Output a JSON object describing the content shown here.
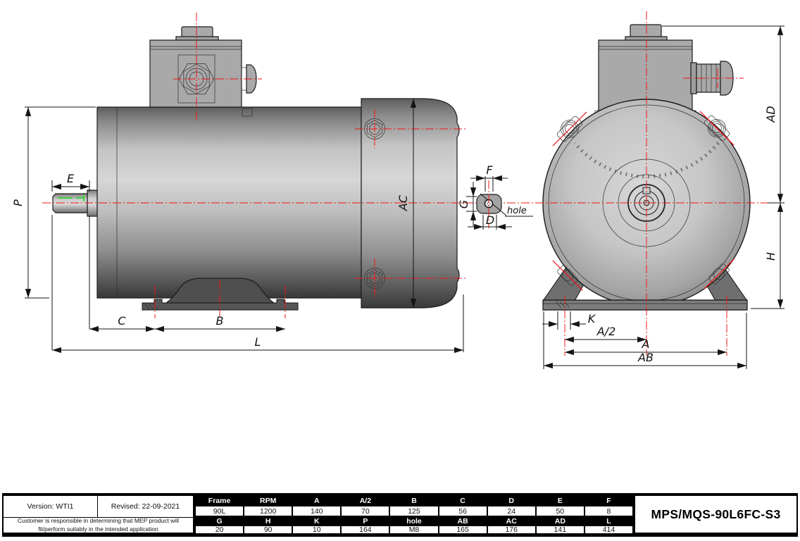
{
  "drawing": {
    "labels": {
      "e": "E",
      "p": "P",
      "c": "C",
      "b": "B",
      "l": "L",
      "ac": "AC",
      "f": "F",
      "g": "G",
      "d": "D",
      "hole": "hole",
      "ad": "AD",
      "h": "H",
      "k": "K",
      "a_half": "A/2",
      "a": "A",
      "ab": "AB"
    }
  },
  "title_block": {
    "version": "Version: WTI1",
    "revised": "Revised: 22-09-2021",
    "disclaimer_line1": "Customer is responsible in determining that MEP product will",
    "disclaimer_line2": "fit/perform suitably in the intended application",
    "part_number": "MPS/MQS-90L6FC-S3"
  },
  "spec_table": {
    "row1_headers": [
      "Frame",
      "RPM",
      "A",
      "A/2",
      "B",
      "C",
      "D",
      "E",
      "F"
    ],
    "row1_values": [
      "90L",
      "1200",
      "140",
      "70",
      "125",
      "56",
      "24",
      "50",
      "8"
    ],
    "row2_headers": [
      "G",
      "H",
      "K",
      "P",
      "hole",
      "AB",
      "AC",
      "AD",
      "L"
    ],
    "row2_values": [
      "20",
      "90",
      "10",
      "164",
      "M8",
      "165",
      "176",
      "141",
      "414"
    ]
  },
  "colors": {
    "centerline_red": "#f41414",
    "keyway_green": "#3ecf3e",
    "line_black": "#141414",
    "metal_light": "#d7d7d7",
    "metal_dark": "#3c3c3c"
  }
}
